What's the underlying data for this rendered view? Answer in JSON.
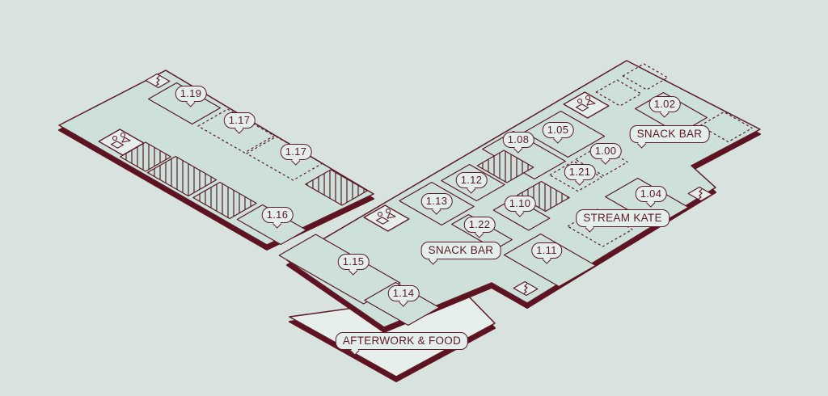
{
  "colors": {
    "background": "#d8e2df",
    "floor": "#cde0da",
    "outline": "#5b1a26",
    "extrusion": "#5e1222",
    "annex": "#e6efec"
  },
  "rooms": [
    "1.19",
    "1.17",
    "1.17",
    "1.16",
    "1.15",
    "1.14",
    "1.13",
    "1.12",
    "1.08",
    "1.05",
    "1.00",
    "1.21",
    "1.10",
    "1.22",
    "1.11",
    "1.04",
    "1.02"
  ],
  "areas": {
    "snack_bar_east": "SNACK BAR",
    "snack_bar_west": "SNACK BAR",
    "stream_kate": "STREAM KATE",
    "afterwork": "AFTERWORK & FOOD"
  },
  "icons": [
    "stairs-icon",
    "restroom-icon"
  ]
}
